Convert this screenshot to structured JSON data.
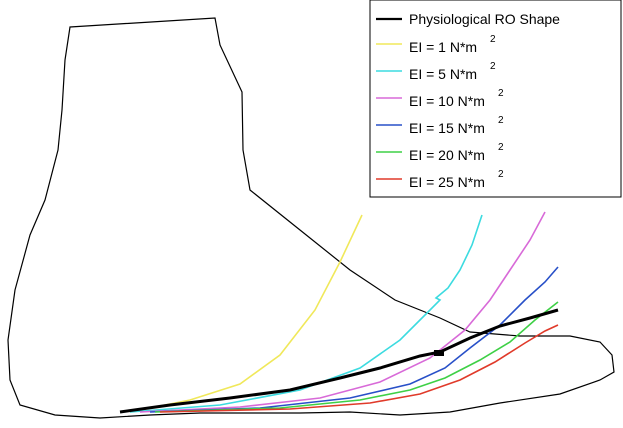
{
  "legend": {
    "items": [
      {
        "label": "Physiological RO Shape",
        "sup": "",
        "color": "#000000"
      },
      {
        "label": "EI = 1 N*m",
        "sup": "2",
        "color": "#f0e85a"
      },
      {
        "label": "EI = 5 N*m",
        "sup": "2",
        "color": "#3cdbe0"
      },
      {
        "label": "EI = 10 N*m",
        "sup": "2",
        "color": "#d86ad8"
      },
      {
        "label": "EI = 15 N*m",
        "sup": "2",
        "color": "#2850c8"
      },
      {
        "label": "EI = 20 N*m",
        "sup": "2",
        "color": "#3ed046"
      },
      {
        "label": "EI = 25 N*m",
        "sup": "2",
        "color": "#e03a2a"
      }
    ]
  }
}
